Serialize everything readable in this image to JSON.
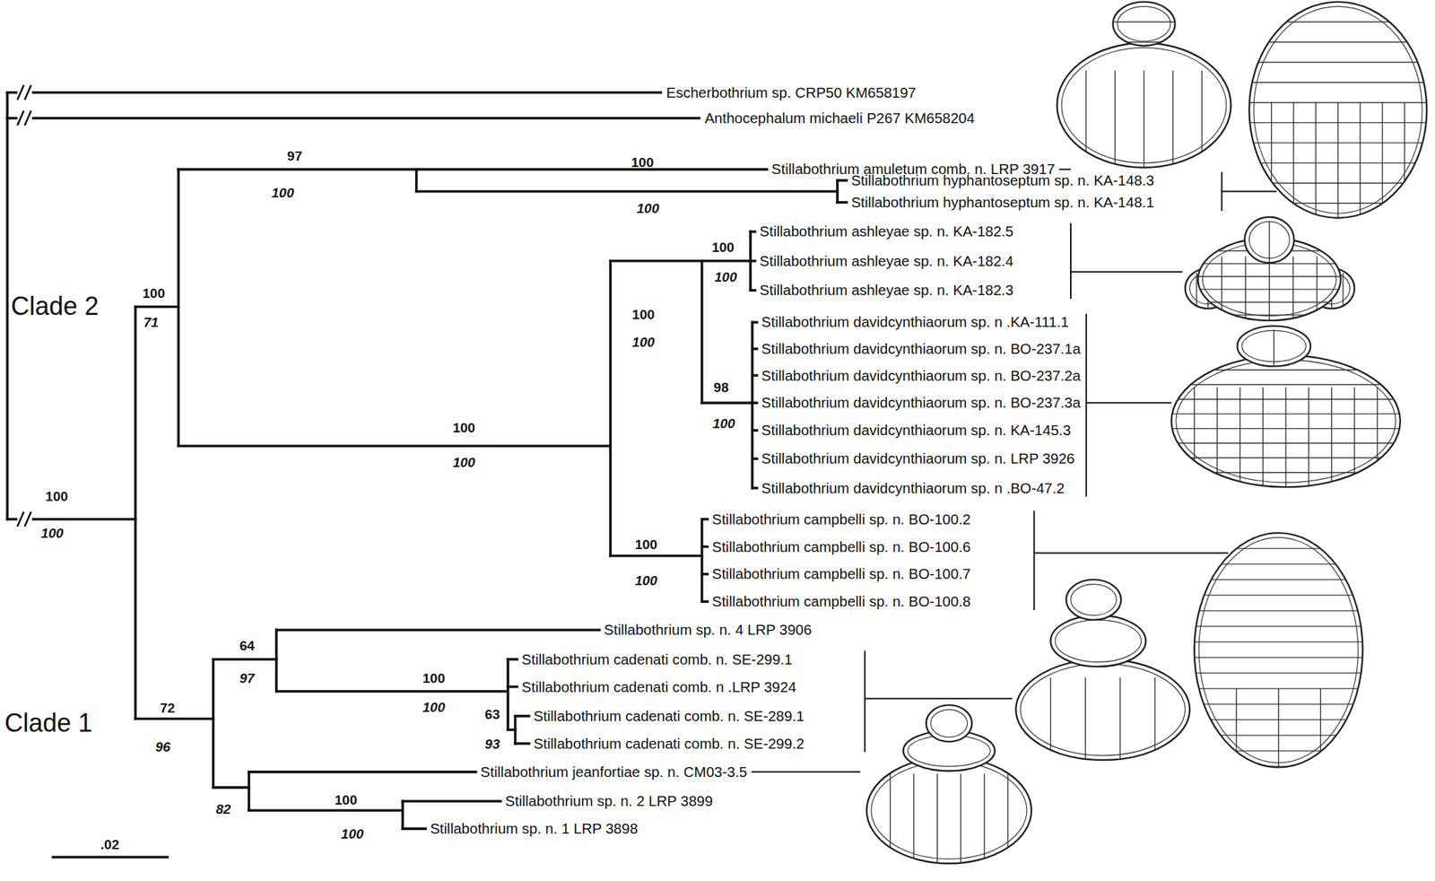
{
  "diagram": {
    "labels": [
      "Escherbothrium sp. CRP50 KM658197",
      "Anthocephalum michaeli P267 KM658204",
      "Stillabothrium amuletum comb. n. LRP 3917",
      "Stillabothrium hyphantoseptum sp. n. KA-148.3",
      "Stillabothrium hyphantoseptum sp. n. KA-148.1",
      "Stillabothrium ashleyae sp. n. KA-182.5",
      "Stillabothrium ashleyae sp. n. KA-182.4",
      "Stillabothrium ashleyae sp. n. KA-182.3",
      "Stillabothrium davidcynthiaorum sp. n .KA-111.1",
      "Stillabothrium davidcynthiaorum sp. n. BO-237.1a",
      "Stillabothrium davidcynthiaorum sp. n. BO-237.2a",
      "Stillabothrium davidcynthiaorum sp. n. BO-237.3a",
      "Stillabothrium davidcynthiaorum sp. n. KA-145.3",
      "Stillabothrium davidcynthiaorum sp. n. LRP 3926",
      "Stillabothrium davidcynthiaorum sp. n .BO-47.2",
      "Stillabothrium campbelli sp. n. BO-100.2",
      "Stillabothrium campbelli sp. n. BO-100.6",
      "Stillabothrium campbelli sp. n. BO-100.7",
      "Stillabothrium campbelli sp. n. BO-100.8",
      "Stillabothrium sp. n. 4 LRP 3906",
      "Stillabothrium cadenati comb. n. SE-299.1",
      "Stillabothrium cadenati comb. n .LRP 3924",
      "Stillabothrium cadenati comb. n. SE-289.1",
      "Stillabothrium cadenati comb. n. SE-299.2",
      "Stillabothrium jeanfortiae sp. n. CM03-3.5",
      "Stillabothrium sp. n. 2 LRP 3899",
      "Stillabothrium sp. n. 1 LRP 3898",
      "100",
      "100",
      "100",
      "71",
      "97",
      "100",
      "100",
      "100",
      "100",
      "100",
      "100",
      "100",
      "98",
      "100",
      "100",
      "100",
      "100",
      "100",
      "64",
      "97",
      "100",
      "100",
      "63",
      "93",
      "72",
      "96",
      "82",
      "100",
      "100",
      "Clade 2",
      "Clade 1",
      ".02"
    ]
  }
}
